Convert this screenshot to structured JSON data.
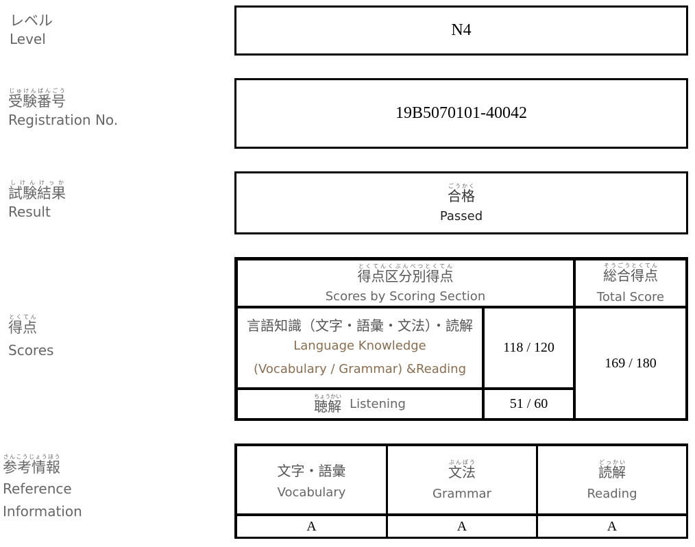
{
  "level": {
    "label_jp": "レベル",
    "label_en": "Level",
    "value": "N4"
  },
  "registration": {
    "label_jp": "受験番号",
    "label_rt": "じゅけんばんごう",
    "label_en": "Registration No.",
    "value": "19B5070101-40042"
  },
  "result": {
    "label_jp": "試験結果",
    "label_rt": "しけんけっか",
    "label_en": "Result",
    "value_jp": "合格",
    "value_rt": "ごうかく",
    "value_en": "Passed"
  },
  "scores": {
    "label_jp": "得点",
    "label_rt": "とくてん",
    "label_en": "Scores",
    "section_header_jp": "得点区分別得点",
    "section_header_rt": "とくてんくぶんべつとくてん",
    "section_header_en": "Scores by Scoring Section",
    "total_header_jp": "総合得点",
    "total_header_rt": "そうごうとくてん",
    "total_header_en": "Total Score",
    "lk_jp": "言語知識（文字・語彙・文法）・読解",
    "lk_en1": "Language Knowledge",
    "lk_en2": "(Vocabulary / Grammar) &Reading",
    "lk_score": "118 / 120",
    "listening_jp": "聴解",
    "listening_rt": "ちょうかい",
    "listening_en": "Listening",
    "listening_score": "51 / 60",
    "total": "169 / 180"
  },
  "reference": {
    "label_jp": "参考情報",
    "label_rt": "さんこうじょうほう",
    "label_en1": "Reference",
    "label_en2": "Information",
    "cols": [
      {
        "jp": "文字・語彙",
        "en": "Vocabulary",
        "grade": "A"
      },
      {
        "jp": "文法",
        "rt": "ぶんぽう",
        "en": "Grammar",
        "grade": "A"
      },
      {
        "jp": "読解",
        "rt": "どっかい",
        "en": "Reading",
        "grade": "A"
      }
    ]
  }
}
